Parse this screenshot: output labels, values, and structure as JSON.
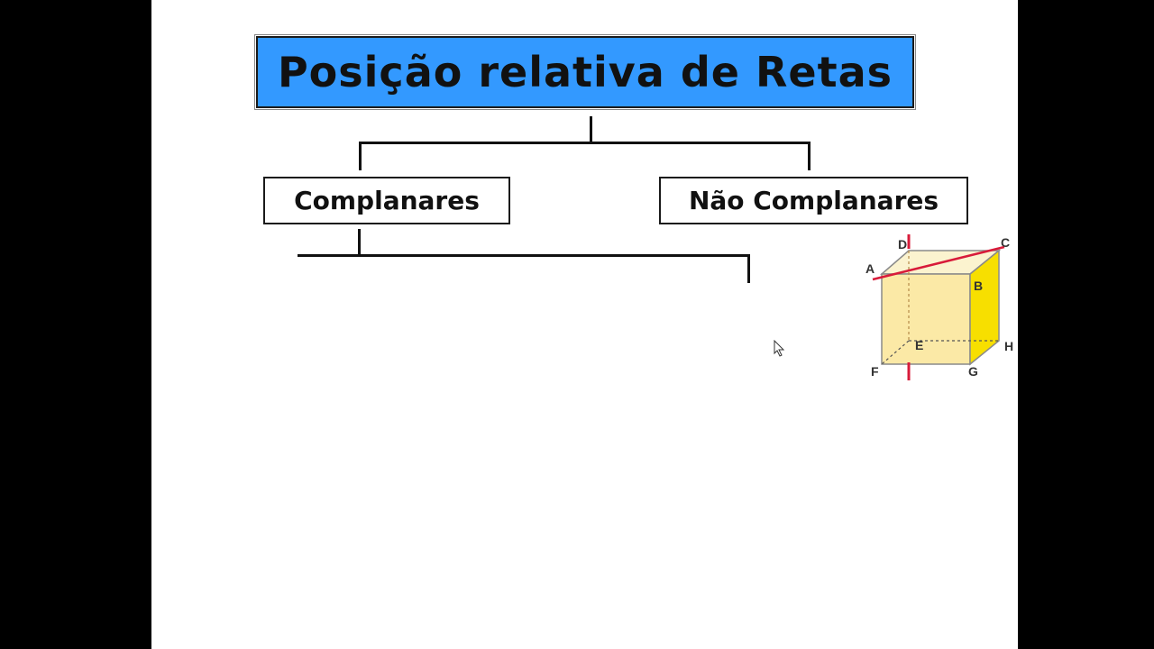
{
  "diagram": {
    "title": "Posição relativa de Retas",
    "left_node": "Complanares",
    "right_node": "Não Complanares"
  },
  "cube": {
    "labels": {
      "A": "A",
      "B": "B",
      "C": "C",
      "D": "D",
      "E": "E",
      "F": "F",
      "G": "G",
      "H": "H"
    },
    "colors": {
      "front_face": "#fbe9a6",
      "side_face": "#f7df00",
      "highlight_line": "#d81b3a",
      "edge": "#8a8a8a"
    }
  },
  "colors": {
    "title_fill": "#3399ff",
    "frame_background": "#000000",
    "slide_background": "#ffffff"
  },
  "icons": {
    "cursor": "mouse-pointer-icon"
  }
}
